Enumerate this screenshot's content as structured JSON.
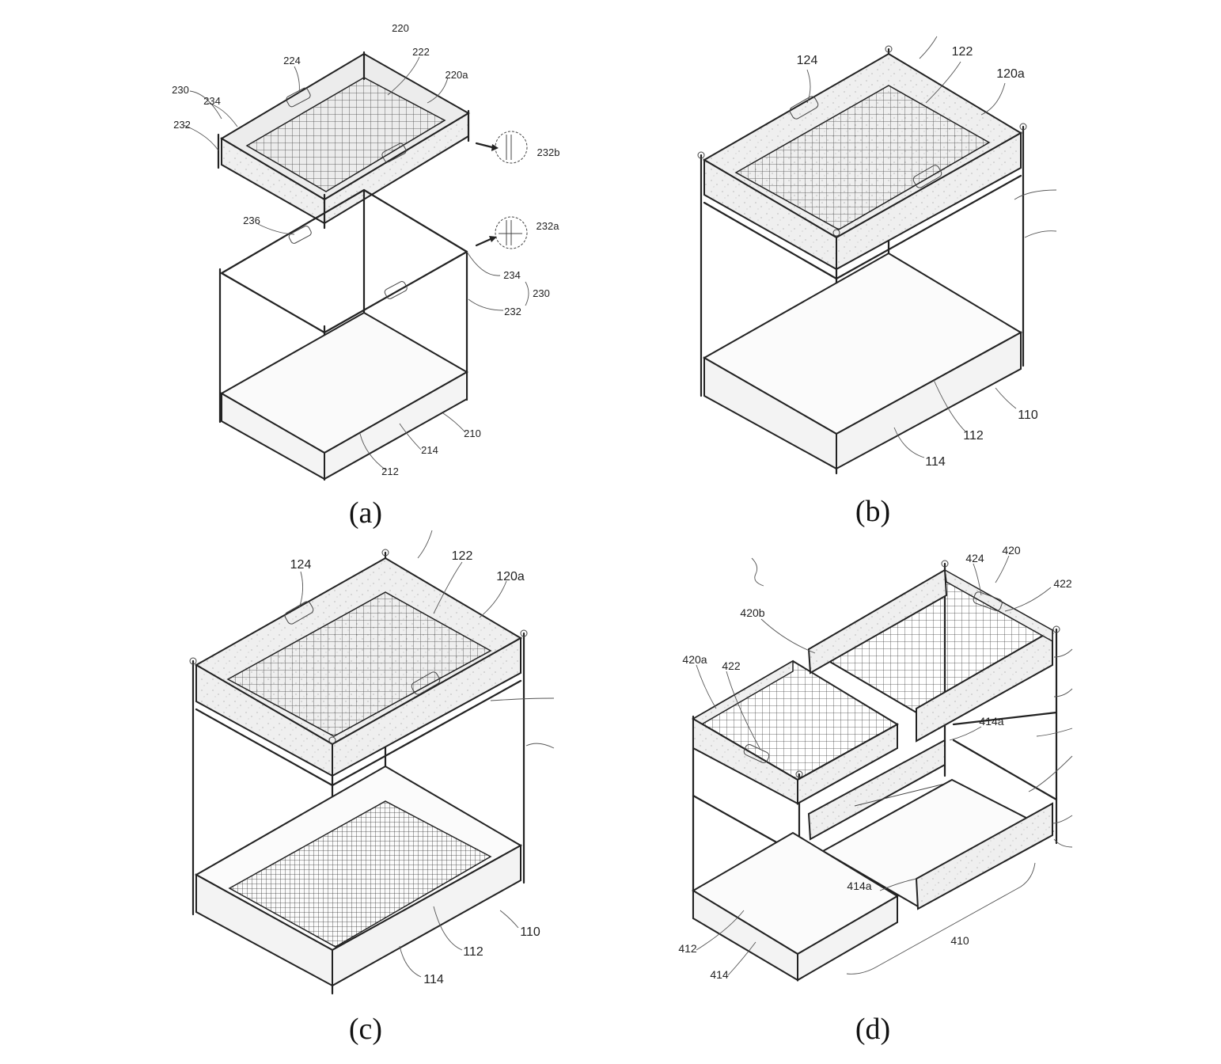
{
  "figures": [
    {
      "caption": "(a)",
      "labels": [
        "220",
        "222",
        "224",
        "220a",
        "230",
        "234",
        "232",
        "232b",
        "236",
        "232a",
        "234",
        "230",
        "232",
        "210",
        "214",
        "212"
      ]
    },
    {
      "caption": "(b)",
      "labels": [
        "124",
        "122",
        "120a",
        "110",
        "112",
        "114"
      ]
    },
    {
      "caption": "(c)",
      "labels": [
        "124",
        "122",
        "120a",
        "110",
        "112",
        "114"
      ]
    },
    {
      "caption": "(d)",
      "labels": [
        "424",
        "420",
        "422",
        "420b",
        "420a",
        "422",
        "414a",
        "414a",
        "412",
        "414",
        "410"
      ]
    }
  ]
}
